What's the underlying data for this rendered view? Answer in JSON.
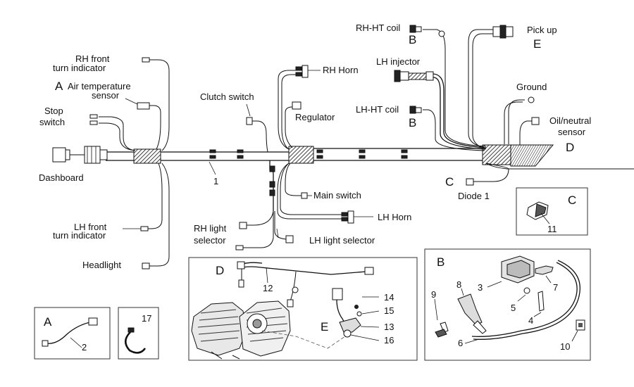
{
  "labels": {
    "rh_front": "RH front",
    "turn_indicator_1": "turn indicator",
    "air_temp_a": "A",
    "air_temperature": "Air temperature",
    "sensor_1": "sensor",
    "stop": "Stop",
    "switch_1": "switch",
    "dashboard": "Dashboard",
    "clutch_switch": "Clutch switch",
    "rh_horn": "RH Horn",
    "regulator": "Regulator",
    "rh_ht_coil": "RH-HT coil",
    "rh_ht_b": "B",
    "lh_injector": "LH injector",
    "lh_ht_coil": "LH-HT coil",
    "lh_ht_b": "B",
    "pick_up": "Pick up",
    "pick_up_e": "E",
    "ground": "Ground",
    "oil_neutral": "Oil/neutral",
    "sensor_2": "sensor",
    "oil_d": "D",
    "diode_c": "C",
    "diode_1": "Diode 1",
    "main_switch": "Main switch",
    "lh_horn": "LH Horn",
    "lh_front": "LH front",
    "turn_indicator_2": "turn indicator",
    "headlight": "Headlight",
    "rh_light": "RH light",
    "selector": "selector",
    "lh_light_selector": "LH light selector",
    "harness_num": "1"
  },
  "insets": {
    "a": {
      "letter": "A",
      "part": "2"
    },
    "clamp": {
      "part": "17"
    },
    "c": {
      "letter": "C",
      "part": "11"
    },
    "d": {
      "letter": "D",
      "e_letter": "E",
      "parts": [
        "12",
        "14",
        "15",
        "13",
        "16"
      ]
    },
    "b": {
      "letter": "B",
      "parts": [
        "9",
        "8",
        "3",
        "7",
        "5",
        "4",
        "6",
        "10"
      ]
    }
  }
}
